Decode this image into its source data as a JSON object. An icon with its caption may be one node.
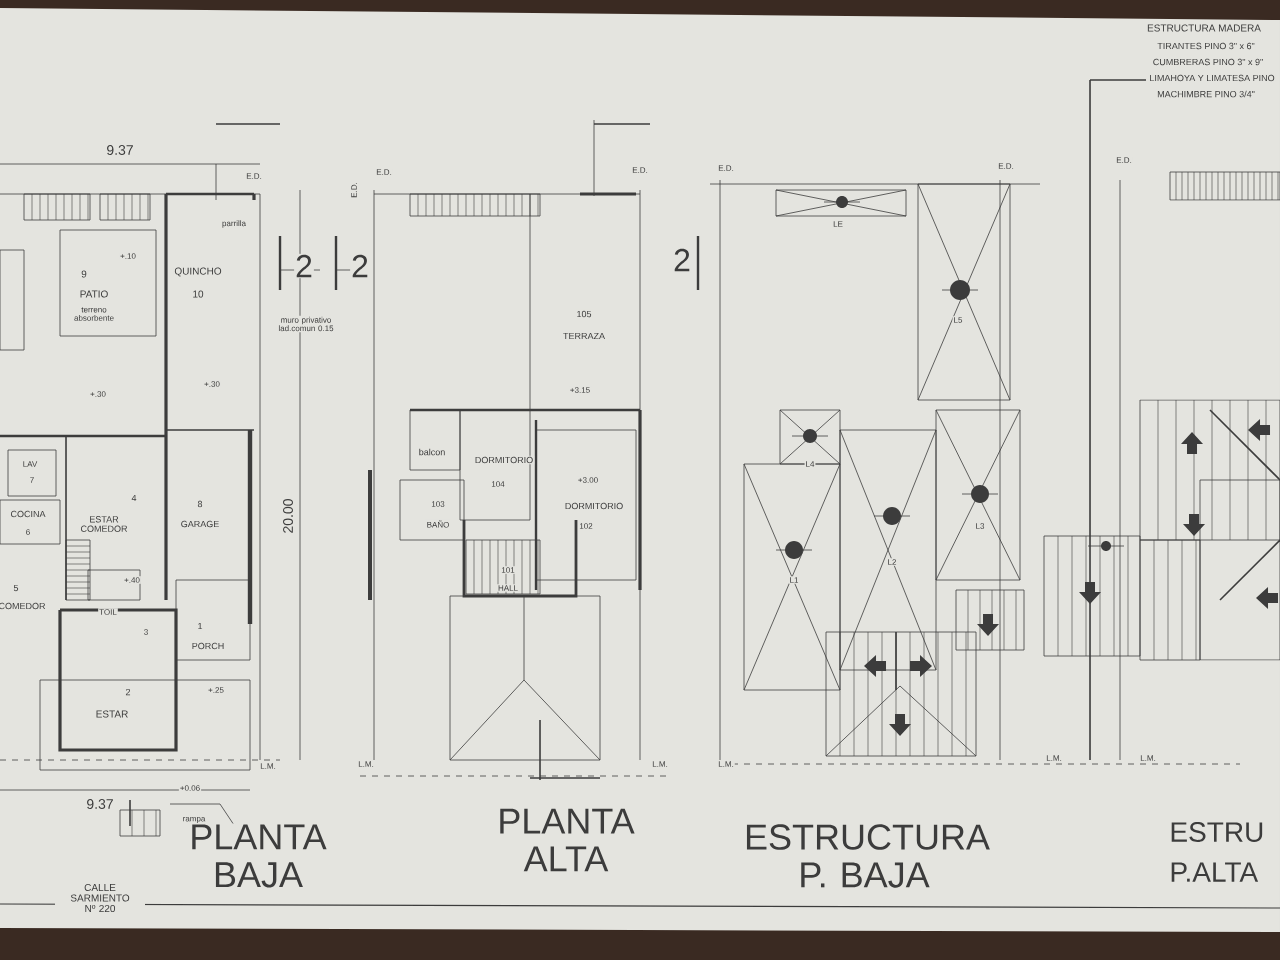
{
  "diagram": {
    "labels": [
      "ESTRUCTURA MADERA",
      "TIRANTES PINO 3\" x 6\"",
      "CUMBRERAS PINO 3\" x 9\"",
      "LIMAHOYA Y LIMATESA PINO",
      "MACHIMBRE PINO 3/4\"",
      "9.37",
      "E.D.",
      "E.D.",
      "parrilla",
      "+.10",
      "9",
      "PATIO",
      "terreno absorbente",
      "QUINCHO",
      "10",
      "2",
      "2",
      "muro privativo lad.comun 0.15",
      "+.30",
      "+.30",
      "LAV",
      "7",
      "COCINA",
      "6",
      "4",
      "ESTAR COMEDOR",
      "8",
      "GARAGE",
      "20.00",
      "+.40",
      "5",
      "COMEDOR",
      "TOIL",
      "3",
      "1",
      "PORCH",
      "2",
      "+.25",
      "ESTAR",
      "L.M.",
      "+0.06",
      "9.37",
      "rampa",
      "PLANTA BAJA",
      "CALLE SARMIENTO Nº 220",
      "E.D.",
      "E.D.",
      "2",
      "105",
      "TERRAZA",
      "+3.15",
      "balcon",
      "DORMITORIO",
      "104",
      "+3.00",
      "103",
      "DORMITORIO",
      "BAÑO",
      "102",
      "101",
      "HALL",
      "L.M.",
      "L.M.",
      "PLANTA ALTA",
      "E.D.",
      "LE",
      "E.D.",
      "L5",
      "L4",
      "L2",
      "L3",
      "L1",
      "L.M.",
      "L.M.",
      "ESTRUCTURA P. BAJA",
      "E.D.",
      "L.M.",
      "ESTRU",
      "P.ALTA"
    ]
  }
}
